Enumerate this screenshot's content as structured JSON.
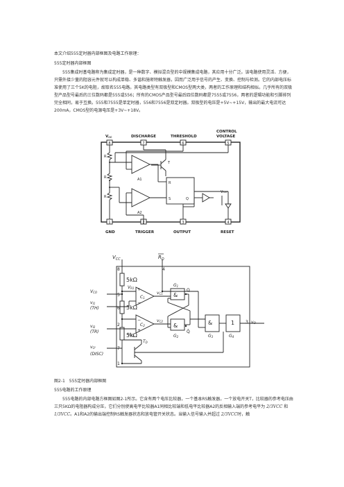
{
  "doc": {
    "intro": "本文介绍555定时器内部框图及电路工作原理：",
    "heading1": "555定时器内部框图",
    "para1": "555集成时基电路称为集成定时器，是一种数字、模拟混合型的中规模集成电路，其应用十分广泛。该电路使用灵活、方便，只需外接少量的阻容元件就可以构成单稳、多谐和施密特触发器，因而广泛用于信号的产生、变换、控制与检测。它的内部电压标准使用了三个5K的电阻，故取名555电路。其电路类型有双极型和CMOS型两大类，两者的工作原理和结构相似。几乎所有的双极型产品型号最后的三位数码都是555或556；所有的CMOS产品型号最后四位数码都是7555或7556，两者的逻辑功能和引脚排列完全相同，易于互换。555和7555是单定时器，556和7556是双定时器。双极型的电压是+5V~+15V，输出的最大电流可达200mA，CMOS型的电源电压是+3V~+18V。",
    "figure_caption": "图2-1　555定时器内部框图",
    "heading2": "555电路的工作原理",
    "para2": "555电路的内部电路方框图如图2-1所示。它含有两个电压比较器，一个基本RS触发器，一个放电开关T，比较器的参考电压由三只5KΩ的电阻器构成分压，它们分别使高电平比较器A1同相比较端和低电平比较器A2的反相输入端的参考电平为",
    "para2_a": "2/3VCC",
    "para2_b": "和",
    "para2_c": "1/3VCC",
    "para2_d": "。A1和A2的输出端控制RS触发器状态和放电管开关状态。当输入信号输入并超过",
    "para2_e": "2/3VCC",
    "para2_f": "时，触"
  },
  "diagram1": {
    "vcc": "V",
    "vcc_sub": "CC",
    "discharge": "DISCHARGE",
    "threshold": "THRESHOLD",
    "control": "CONTROL",
    "voltage": "VOLTAGE",
    "pin8": "8",
    "pin7": "7",
    "pin6": "6",
    "pin5": "5",
    "pin1": "1",
    "pin2": "2",
    "pin3": "3",
    "pin4": "4",
    "r": "R",
    "a1": "A1",
    "a2": "A2",
    "t": "T",
    "ff_r": "R",
    "ff_s": "S",
    "ff_q": "Q",
    "vref": "V",
    "vref_sub": "REF",
    "gnd": "GND",
    "trigger": "TRIGGER",
    "output": "OUTPUT",
    "reset": "RESET"
  },
  "diagram2": {
    "vcc": "V",
    "vcc_sub": "CC",
    "rd": "R",
    "rd_sub": "D",
    "n8": "8",
    "n4": "4",
    "n5": "5",
    "n6": "6",
    "n2": "2",
    "n7": "7",
    "n1": "1",
    "n3": "3",
    "r1": "5kΩ",
    "r2": "5kΩ",
    "r3": "5kΩ",
    "vr1": "V",
    "vr1_sub": "R1",
    "vr2": "V",
    "vr2_sub": "R2",
    "vco": "V",
    "vco_sub": "CO",
    "vi1": "v",
    "vi1_sub": "I1",
    "th": "(TH)",
    "vi2": "v",
    "vi2_sub": "I2",
    "tr": "(TR)",
    "vo_prime": "v",
    "vo_prime_sub": "O'",
    "dis": "(DISC)",
    "c1": "C",
    "c1_sub": "1",
    "c2": "C",
    "c2_sub": "2",
    "vc1": "v",
    "vc1_sub": "C1",
    "vc2": "v",
    "vc2_sub": "C2",
    "g1": "G",
    "g1_sub": "1",
    "g2": "G",
    "g2_sub": "2",
    "g3": "G",
    "g3_sub": "3",
    "g4": "G",
    "g4_sub": "4",
    "amp": "&",
    "one": "1",
    "q": "Q",
    "qbar": "Q̄",
    "td": "T",
    "td_sub": "D",
    "vo": "v",
    "vo_sub": "O",
    "plus": "+",
    "minus": "−"
  }
}
